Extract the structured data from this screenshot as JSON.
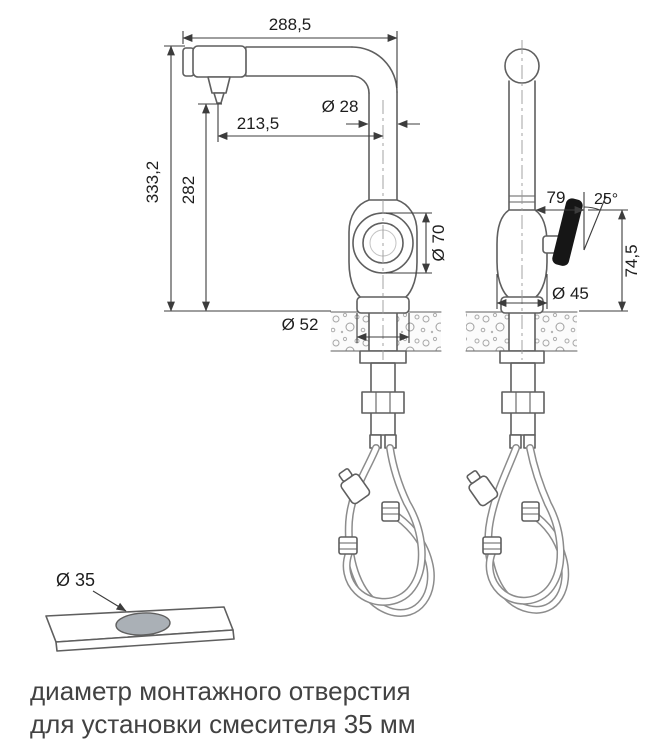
{
  "drawing": {
    "dimensions": {
      "top_width": "288,5",
      "spout_reach": "213,5",
      "spout_pipe_diameter": "Ø 28",
      "total_height": "333,2",
      "spout_outlet_height": "282",
      "ring_diameter": "Ø 70",
      "base_diameter": "Ø 52",
      "handle_length": "79",
      "handle_angle": "25°",
      "side_body_diameter": "Ø 45",
      "handle_height": "74,5",
      "mounting_hole_diameter": "Ø 35"
    },
    "caption": {
      "line1": "диаметр монтажного отверстия",
      "line2": "для установки смесителя 35 мм"
    },
    "colors": {
      "outline": "#5f5f5f",
      "dimension_line": "#3c3c3c",
      "dimension_text": "#1d1d1d",
      "handle_fill": "#161616",
      "hole_fill": "#aab0b6",
      "caption_text": "#424242"
    }
  }
}
